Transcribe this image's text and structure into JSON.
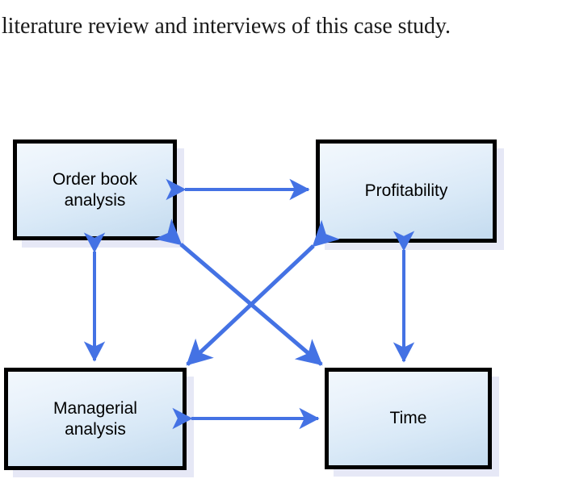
{
  "page": {
    "caption": "literature review and interviews of this case study.",
    "background_color": "#ffffff"
  },
  "diagram": {
    "type": "relationship-diagram",
    "node_border_color": "#000000",
    "node_fill_top_color": "#f2f8fd",
    "node_fill_bottom_color": "#c4dbef",
    "node_shadow_color": "#e6e8f6",
    "arrow_color": "#4472e4",
    "nodes": [
      {
        "id": "order-book",
        "label": "Order book\nanalysis",
        "position": "top-left"
      },
      {
        "id": "profitability",
        "label": "Profitability",
        "position": "top-right"
      },
      {
        "id": "managerial",
        "label": "Managerial\nanalysis",
        "position": "bottom-left"
      },
      {
        "id": "time",
        "label": "Time",
        "position": "bottom-right"
      }
    ],
    "connections": [
      {
        "id": "order-book--profitability",
        "from": "order-book",
        "to": "profitability",
        "style": "double-headed",
        "orientation": "horizontal"
      },
      {
        "id": "order-book--managerial",
        "from": "order-book",
        "to": "managerial",
        "style": "double-headed",
        "orientation": "vertical"
      },
      {
        "id": "profitability--time",
        "from": "profitability",
        "to": "time",
        "style": "double-headed",
        "orientation": "vertical"
      },
      {
        "id": "managerial--time",
        "from": "managerial",
        "to": "time",
        "style": "double-headed",
        "orientation": "horizontal"
      },
      {
        "id": "order-book--time",
        "from": "order-book",
        "to": "time",
        "style": "double-headed",
        "orientation": "diagonal"
      },
      {
        "id": "profitability--managerial",
        "from": "profitability",
        "to": "managerial",
        "style": "double-headed",
        "orientation": "diagonal"
      }
    ]
  }
}
